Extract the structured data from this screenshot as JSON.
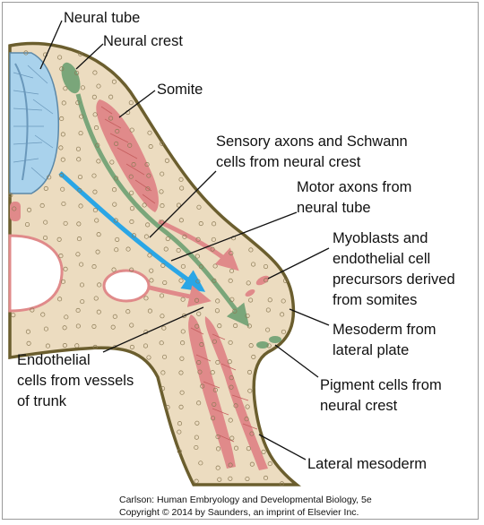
{
  "labels": {
    "neural_tube": "Neural tube",
    "neural_crest": "Neural crest",
    "somite": "Somite",
    "sensory_1": "Sensory axons and Schwann",
    "sensory_2": "cells from neural crest",
    "motor_1": "Motor axons from",
    "motor_2": "neural tube",
    "myoblasts_1": "Myoblasts and",
    "myoblasts_2": "endothelial cell",
    "myoblasts_3": "precursors derived",
    "myoblasts_4": "from somites",
    "mesoderm_1": "Mesoderm from",
    "mesoderm_2": "lateral plate",
    "endothelial_1": "Endothelial",
    "endothelial_2": "cells from vessels",
    "endothelial_3": "of trunk",
    "pigment_1": "Pigment cells from",
    "pigment_2": "neural crest",
    "lateral_mesoderm": "Lateral mesoderm"
  },
  "credit": {
    "line1": "Carlson: Human Embryology and Developmental Biology, 5e",
    "line2": "Copyright © 2014 by Saunders, an imprint of Elsevier Inc."
  },
  "colors": {
    "tissue": "#ecdcc0",
    "outline": "#6b5e2e",
    "neural_tube": "#a9d2ec",
    "somite_red": "#e08a8a",
    "crest_green": "#7aa67a",
    "motor_blue": "#2aa6e6"
  }
}
